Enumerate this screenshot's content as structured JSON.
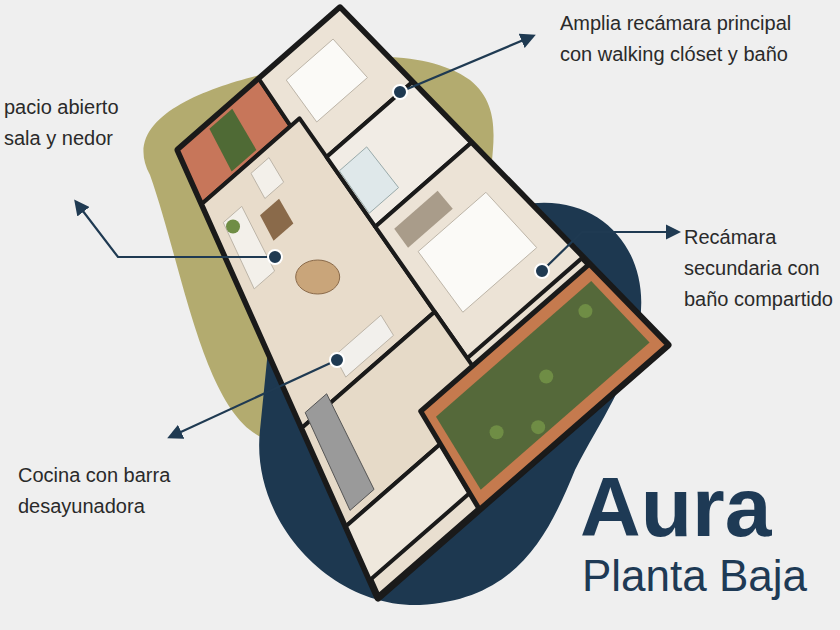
{
  "diagram": {
    "title": "Aura",
    "labels": [
      "Amplia recámara principal con walking clóset y baño",
      "pacio abierto sala y nedor",
      "Recámara secundaria con baño compartido",
      "Cocina con barra desayunadora",
      "Planta Baja"
    ]
  }
}
